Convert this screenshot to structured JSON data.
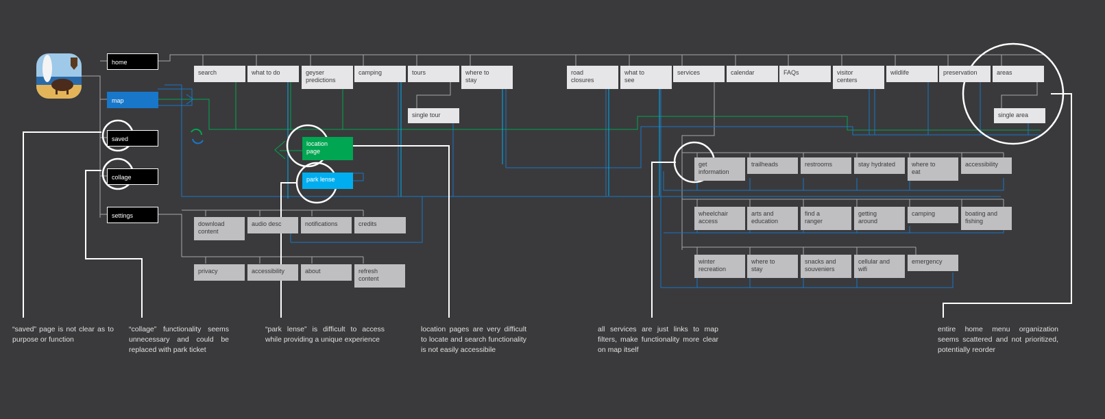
{
  "nav": [
    {
      "key": "home",
      "label": "home"
    },
    {
      "key": "map",
      "label": "map"
    },
    {
      "key": "saved",
      "label": "saved"
    },
    {
      "key": "collage",
      "label": "collage"
    },
    {
      "key": "settings",
      "label": "settings"
    }
  ],
  "top_pages": [
    "search",
    "what to do",
    "geyser\npredictions",
    "camping",
    "tours",
    "where to\nstay",
    "road\nclosures",
    "what to\nsee",
    "services",
    "calendar",
    "FAQs",
    "visitor\ncenters",
    "wildlife",
    "preservation",
    "areas"
  ],
  "single_tour": "single tour",
  "single_area": "single area",
  "location_page": "location\npage",
  "park_lense": "park lense",
  "settings_items": [
    "download\ncontent",
    "audio desc",
    "notifications",
    "credits",
    "privacy",
    "accessibility",
    "about",
    "refresh\ncontent"
  ],
  "services_row1": [
    "get\ninformation",
    "trailheads",
    "restrooms",
    "stay hydrated",
    "where to\neat",
    "accessibility"
  ],
  "services_row2": [
    "wheelchair\naccess",
    "arts and\neducation",
    "find a\nranger",
    "getting\naround",
    "camping",
    "boating and\nfishing"
  ],
  "services_row3": [
    "winter\nrecreation",
    "where to\nstay",
    "snacks and\nsouveniers",
    "cellular and\nwifi",
    "emergency"
  ],
  "notes": [
    "“saved” page is not clear  as to purpose or function",
    "“collage”  functionality  seems unnecessary  and  could  be replaced with park ticket",
    "“park  lense”  is  difficult  to  access while providing a unique experience",
    "location pages are very difficult to locate and search functionality is not easily accessibile",
    "all  services  are  just  links  to  map filters, make functionality more clear on map itself",
    "entire  home  menu  organization seems scattered and not prioritized, potentially reorder"
  ],
  "colors": {
    "background": "#3a3a3c",
    "green": "#00a651",
    "cyan": "#00aeef",
    "blue": "#1877c9",
    "line_gray": "#a8a8aa"
  }
}
